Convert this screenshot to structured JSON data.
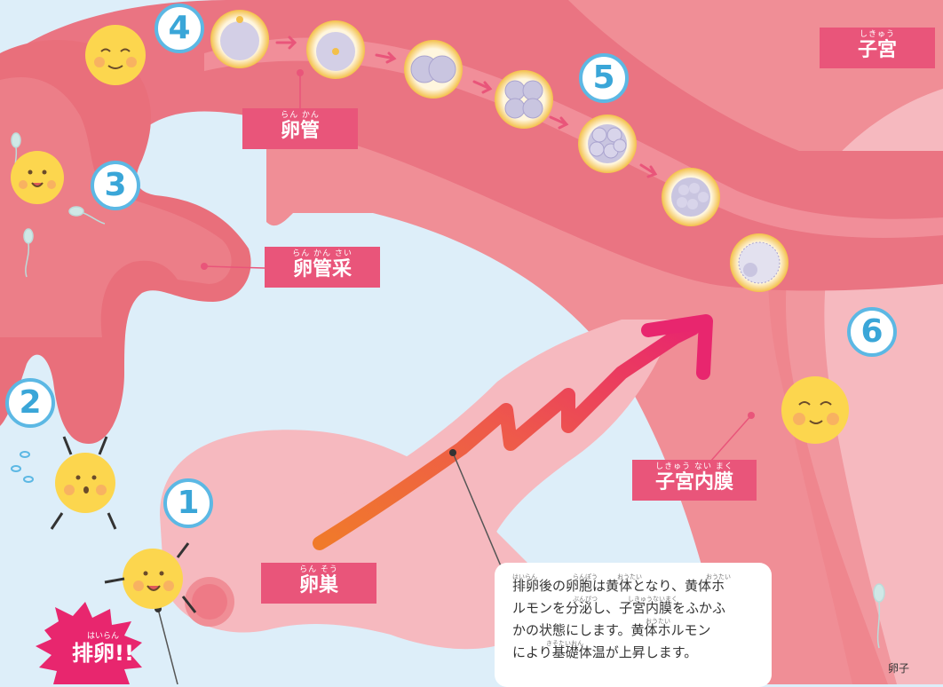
{
  "numbers": {
    "n1": "1",
    "n2": "2",
    "n3": "3",
    "n4": "4",
    "n5": "5",
    "n6": "6"
  },
  "labels": {
    "uterus": {
      "ruby": "しきゅう",
      "main": "子宮"
    },
    "oviduct": {
      "ruby": "らん かん",
      "main": "卵管"
    },
    "fimbriae": {
      "ruby": "らん かん さい",
      "main": "卵管采"
    },
    "ovary": {
      "ruby": "らん そう",
      "main": "卵巣"
    },
    "endometrium": {
      "ruby": "しきゅう ない まく",
      "main": "子宮内膜"
    }
  },
  "ovulation": {
    "ruby": "はいらん",
    "main": "排卵!!"
  },
  "note": {
    "lines": [
      "排卵後の卵胞は黄体となり、黄体ホ",
      "ルモンを分泌し、子宮内膜をふかふ",
      "かの状態にします。黄体ホルモン",
      "により基礎体温が上昇します。"
    ],
    "rubies": [
      "はいらん",
      "らんぽう",
      "おうたい",
      "おうたい",
      "ぶんぴつ",
      "しきゅうないまく",
      "おうたい",
      "きそたいおん"
    ]
  },
  "signature": "卵子",
  "colors": {
    "background": "#ddeef9",
    "tissue_light": "#f6b9bf",
    "tissue_mid": "#f08e96",
    "tissue_dark": "#e96f7b",
    "label": "#e9557a",
    "number_ring": "#5cb8e4",
    "arrow_start": "#f07a2a",
    "arrow_end": "#e8266e",
    "character": "#fcd64e"
  },
  "icons": [
    "egg-character-icon",
    "sperm-icon",
    "embryo-cell-icon",
    "progress-arrow-icon",
    "sweat-drop-icon"
  ]
}
